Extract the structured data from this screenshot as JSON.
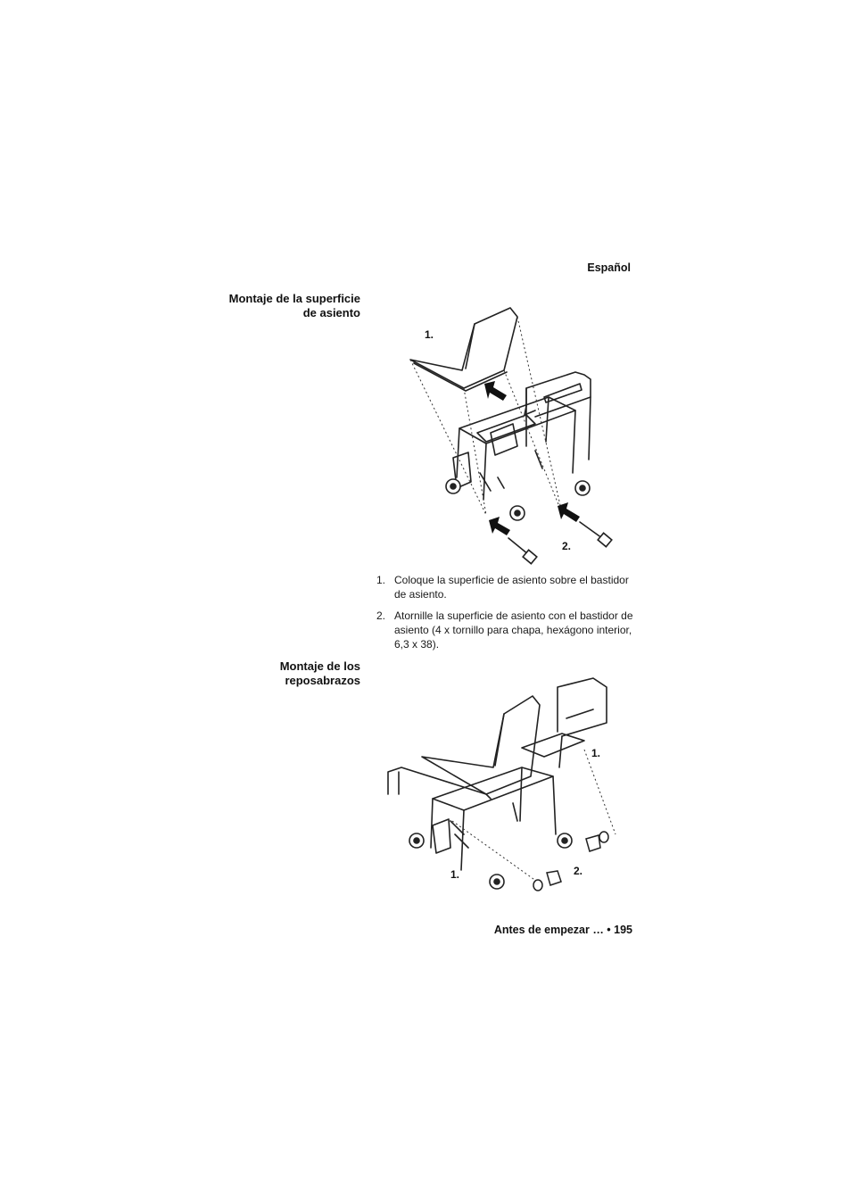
{
  "header": {
    "language": "Español"
  },
  "section1": {
    "heading_line1": "Montaje de la superficie",
    "heading_line2": "de asiento",
    "callout_1": "1.",
    "callout_2": "2.",
    "steps": [
      {
        "number": "1.",
        "text": "Coloque la superficie de asiento sobre el bastidor de asiento."
      },
      {
        "number": "2.",
        "text": "Atornille la superficie de asiento con el bastidor de asiento (4 x tornillo para chapa, hexágono interior, 6,3 x 38)."
      }
    ]
  },
  "section2": {
    "heading_line1": "Montaje de los",
    "heading_line2": "reposabrazos",
    "callout_1a": "1.",
    "callout_1b": "1.",
    "callout_2": "2."
  },
  "footer": {
    "text": "Antes de empezar … • 195"
  }
}
